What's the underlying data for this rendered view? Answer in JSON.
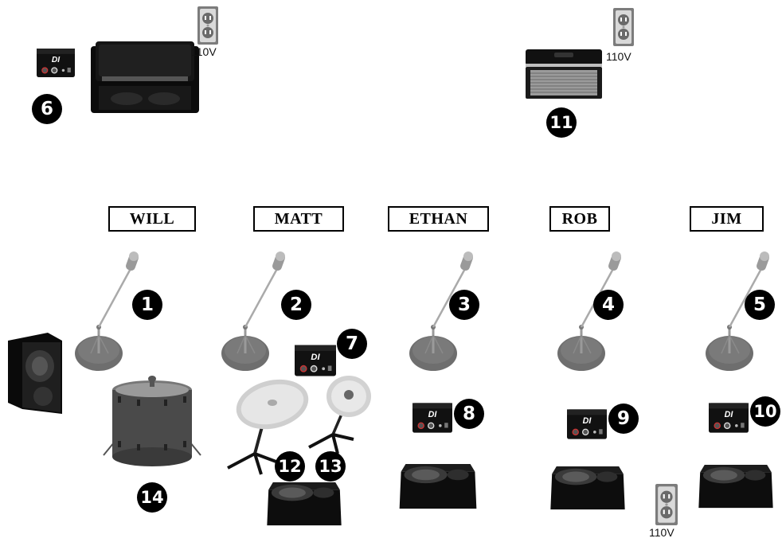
{
  "people": [
    "WILL",
    "MATT",
    "ETHAN",
    "ROB",
    "JIM"
  ],
  "markers": [
    "1",
    "2",
    "3",
    "4",
    "5",
    "6",
    "7",
    "8",
    "9",
    "10",
    "11",
    "12",
    "13",
    "14"
  ],
  "outlet_label": "110V",
  "di_box_label": "DI",
  "icons": {
    "mic_stand": "mic-stand-icon",
    "di_box": "di-box-icon",
    "wedge_monitor": "wedge-monitor-icon",
    "outlet": "power-outlet-icon",
    "amp": "amplifier-icon",
    "speaker_cabinet": "speaker-cabinet-icon",
    "kick_drum": "bass-drum-icon",
    "cymbal": "cymbal-icon"
  }
}
